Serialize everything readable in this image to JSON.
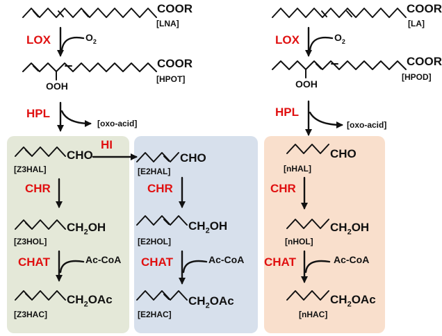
{
  "colors": {
    "enzyme": "#e01010",
    "box_green": "#e4e8d8",
    "box_blue": "#d7e0ec",
    "box_orange": "#f9dfcc",
    "ink": "#111111"
  },
  "left_column": {
    "substrate_group": "COOR",
    "substrate_label": "[LNA]",
    "lox": "LOX",
    "o2": "O",
    "o2_sub": "2",
    "hydroperoxide_group": "COOR",
    "hydroperoxide_ooh": "OOH",
    "hydroperoxide_label": "[HPOT]",
    "hpl": "HPL",
    "oxo_acid": "[oxo-acid]"
  },
  "right_column": {
    "substrate_group": "COOR",
    "substrate_label": "[LA]",
    "lox": "LOX",
    "o2": "O",
    "o2_sub": "2",
    "hydroperoxide_group": "COOR",
    "hydroperoxide_ooh": "OOH",
    "hydroperoxide_label": "[HPOD]",
    "hpl": "HPL",
    "oxo_acid": "[oxo-acid]"
  },
  "boxes": {
    "green": {
      "aldehyde_group": "CHO",
      "aldehyde_label": "[Z3HAL]",
      "hi": "HI",
      "chr": "CHR",
      "alcohol_group": "CH",
      "alcohol_sub": "2",
      "alcohol_suffix": "OH",
      "alcohol_label": "[Z3HOL]",
      "chat": "CHAT",
      "acoa": "Ac-CoA",
      "acetate_group": "CH",
      "acetate_sub": "2",
      "acetate_suffix": "OAc",
      "acetate_label": "[Z3HAC]"
    },
    "blue": {
      "aldehyde_group": "CHO",
      "aldehyde_label": "[E2HAL]",
      "chr": "CHR",
      "alcohol_group": "CH",
      "alcohol_sub": "2",
      "alcohol_suffix": "OH",
      "alcohol_label": "[E2HOL]",
      "chat": "CHAT",
      "acoa": "Ac-CoA",
      "acetate_group": "CH",
      "acetate_sub": "2",
      "acetate_suffix": "OAc",
      "acetate_label": "[E2HAC]"
    },
    "orange": {
      "aldehyde_group": "CHO",
      "aldehyde_label": "[nHAL]",
      "chr": "CHR",
      "alcohol_group": "CH",
      "alcohol_sub": "2",
      "alcohol_suffix": "OH",
      "alcohol_label": "[nHOL]",
      "chat": "CHAT",
      "acoa": "Ac-CoA",
      "acetate_group": "CH",
      "acetate_sub": "2",
      "acetate_suffix": "OAc",
      "acetate_label": "[nHAC]"
    }
  }
}
